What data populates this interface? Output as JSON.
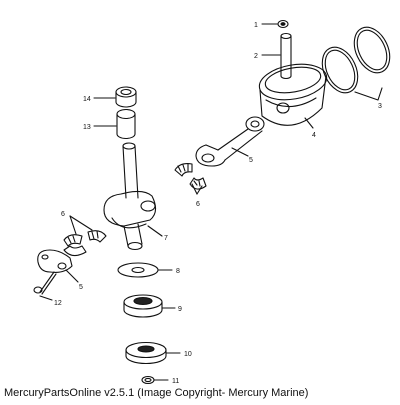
{
  "callouts": {
    "c1": "1",
    "c2": "2",
    "c3": "3",
    "c4": "4",
    "c5a": "5",
    "c5b": "5",
    "c6a": "6",
    "c6b": "6",
    "c7": "7",
    "c8": "8",
    "c9": "9",
    "c10": "10",
    "c11": "11",
    "c12": "12",
    "c13": "13",
    "c14": "14"
  },
  "caption": "MercuryPartsOnline v2.5.1 (Image Copyright- Mercury Marine)"
}
